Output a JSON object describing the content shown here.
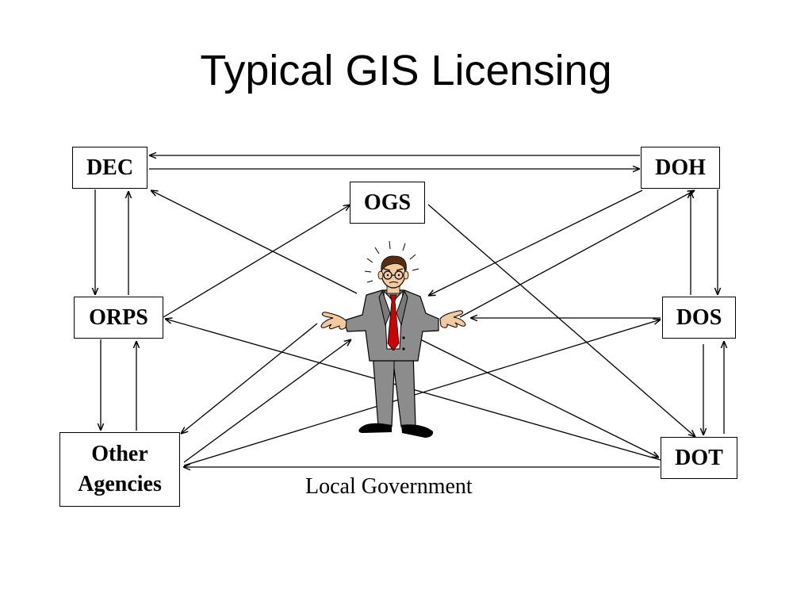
{
  "slide": {
    "title": "Typical GIS Licensing"
  },
  "nodes": {
    "dec": "DEC",
    "ogs": "OGS",
    "doh": "DOH",
    "orps": "ORPS",
    "dos": "DOS",
    "other_line1": "Other",
    "other_line2": "Agencies",
    "dot": "DOT"
  },
  "caption": "Local Government",
  "figure": {
    "icon": "confused-businessman-icon",
    "suit_color": "#8c8c8c",
    "tie_color": "#cc0000"
  }
}
